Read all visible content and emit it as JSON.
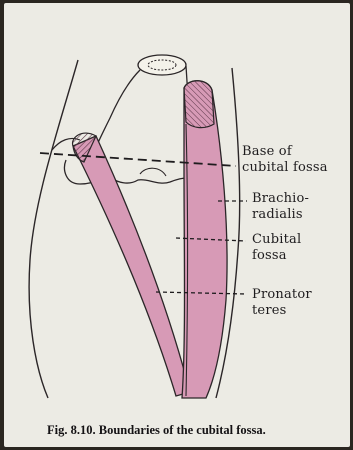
{
  "colors": {
    "paper": "#ecebe4",
    "muscle_fill": "#d79ab6",
    "muscle_edge": "#b06e8c",
    "ink": "#1e1c1e"
  },
  "labels": {
    "base": [
      "Base of",
      "cubital fossa"
    ],
    "brachioradialis": [
      "Brachio-",
      "radialis"
    ],
    "cubital_fossa": [
      "Cubital",
      "fossa"
    ],
    "pronator_teres": [
      "Pronator",
      "teres"
    ]
  },
  "caption": {
    "figure_number": "Fig. 8.10.",
    "text": "Boundaries of the cubital fossa."
  }
}
